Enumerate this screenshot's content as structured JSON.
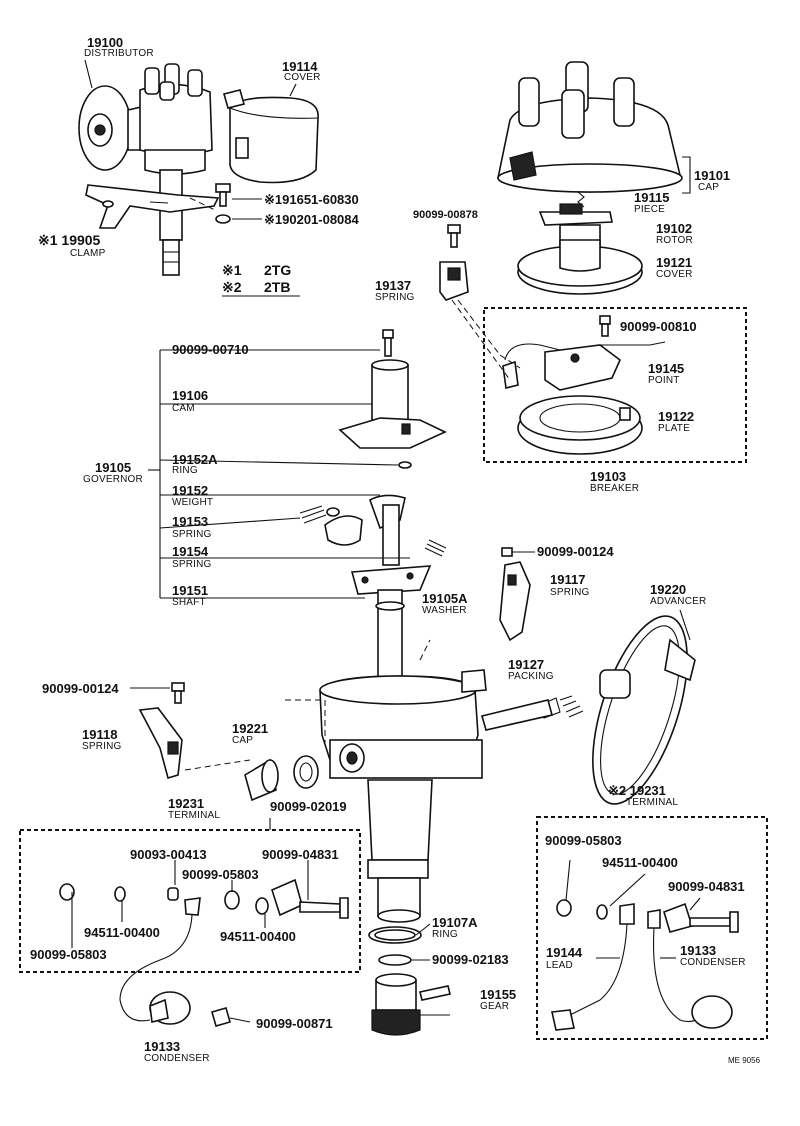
{
  "labels": {
    "distributor": {
      "num": "19100",
      "name": "DISTRIBUTOR"
    },
    "cover_top": {
      "num": "19114",
      "name": "COVER"
    },
    "bolt_19651": {
      "num": "※191651-60830"
    },
    "washer_190201": {
      "num": "※190201-08084"
    },
    "clamp": {
      "num": "※1 19905",
      "name": "CLAMP"
    },
    "note1": {
      "mark": "※1",
      "code": "2TG"
    },
    "note2": {
      "mark": "※2",
      "code": "2TB"
    },
    "cap": {
      "num": "19101",
      "name": "CAP"
    },
    "piece": {
      "num": "19115",
      "name": "PIECE"
    },
    "rotor": {
      "num": "19102",
      "name": "ROTOR"
    },
    "cover_breaker": {
      "num": "19121",
      "name": "COVER"
    },
    "screw_00878": {
      "num": "90099-00878"
    },
    "spring_19137": {
      "num": "19137",
      "name": "SPRING"
    },
    "screw_00810": {
      "num": "90099-00810"
    },
    "point": {
      "num": "19145",
      "name": "POINT"
    },
    "plate": {
      "num": "19122",
      "name": "PLATE"
    },
    "breaker": {
      "num": "19103",
      "name": "BREAKER"
    },
    "screw_00710": {
      "num": "90099-00710"
    },
    "cam": {
      "num": "19106",
      "name": "CAM"
    },
    "ring_19152a": {
      "num": "19152A",
      "name": "RING"
    },
    "governor": {
      "num": "19105",
      "name": "GOVERNOR"
    },
    "weight": {
      "num": "19152",
      "name": "WEIGHT"
    },
    "spring_19153": {
      "num": "19153",
      "name": "SPRING"
    },
    "spring_19154": {
      "num": "19154",
      "name": "SPRING"
    },
    "shaft": {
      "num": "19151",
      "name": "SHAFT"
    },
    "washer_19105a": {
      "num": "19105A",
      "name": "WASHER"
    },
    "screw_00124_r": {
      "num": "90099-00124"
    },
    "spring_19117": {
      "num": "19117",
      "name": "SPRING"
    },
    "advancer": {
      "num": "19220",
      "name": "ADVANCER"
    },
    "packing": {
      "num": "19127",
      "name": "PACKING"
    },
    "screw_00124_l": {
      "num": "90099-00124"
    },
    "spring_19118": {
      "num": "19118",
      "name": "SPRING"
    },
    "cap_19221": {
      "num": "19221",
      "name": "CAP"
    },
    "seal_02019": {
      "num": "90099-02019"
    },
    "terminal_left": {
      "num": "19231",
      "name": "TERMINAL"
    },
    "terminal_right": {
      "num": "※2 19231",
      "name": "TERMINAL"
    },
    "tl_00413": {
      "num": "90093-00413"
    },
    "tl_04831": {
      "num": "90099-04831"
    },
    "tl_05803_a": {
      "num": "90099-05803"
    },
    "tl_00400_a": {
      "num": "94511-00400"
    },
    "tl_00400_b": {
      "num": "94511-00400"
    },
    "tl_05803_b": {
      "num": "90099-05803"
    },
    "tr_05803": {
      "num": "90099-05803"
    },
    "tr_00400": {
      "num": "94511-00400"
    },
    "tr_04831": {
      "num": "90099-04831"
    },
    "lead": {
      "num": "19144",
      "name": "LEAD"
    },
    "condenser_r": {
      "num": "19133",
      "name": "CONDENSER"
    },
    "ring_19107a": {
      "num": "19107A",
      "name": "RING"
    },
    "washer_02183": {
      "num": "90099-02183"
    },
    "gear": {
      "num": "19155",
      "name": "GEAR"
    },
    "screw_00871": {
      "num": "90099-00871"
    },
    "condenser_l": {
      "num": "19133",
      "name": "CONDENSER"
    },
    "footer": {
      "code": "ME 9056"
    }
  }
}
